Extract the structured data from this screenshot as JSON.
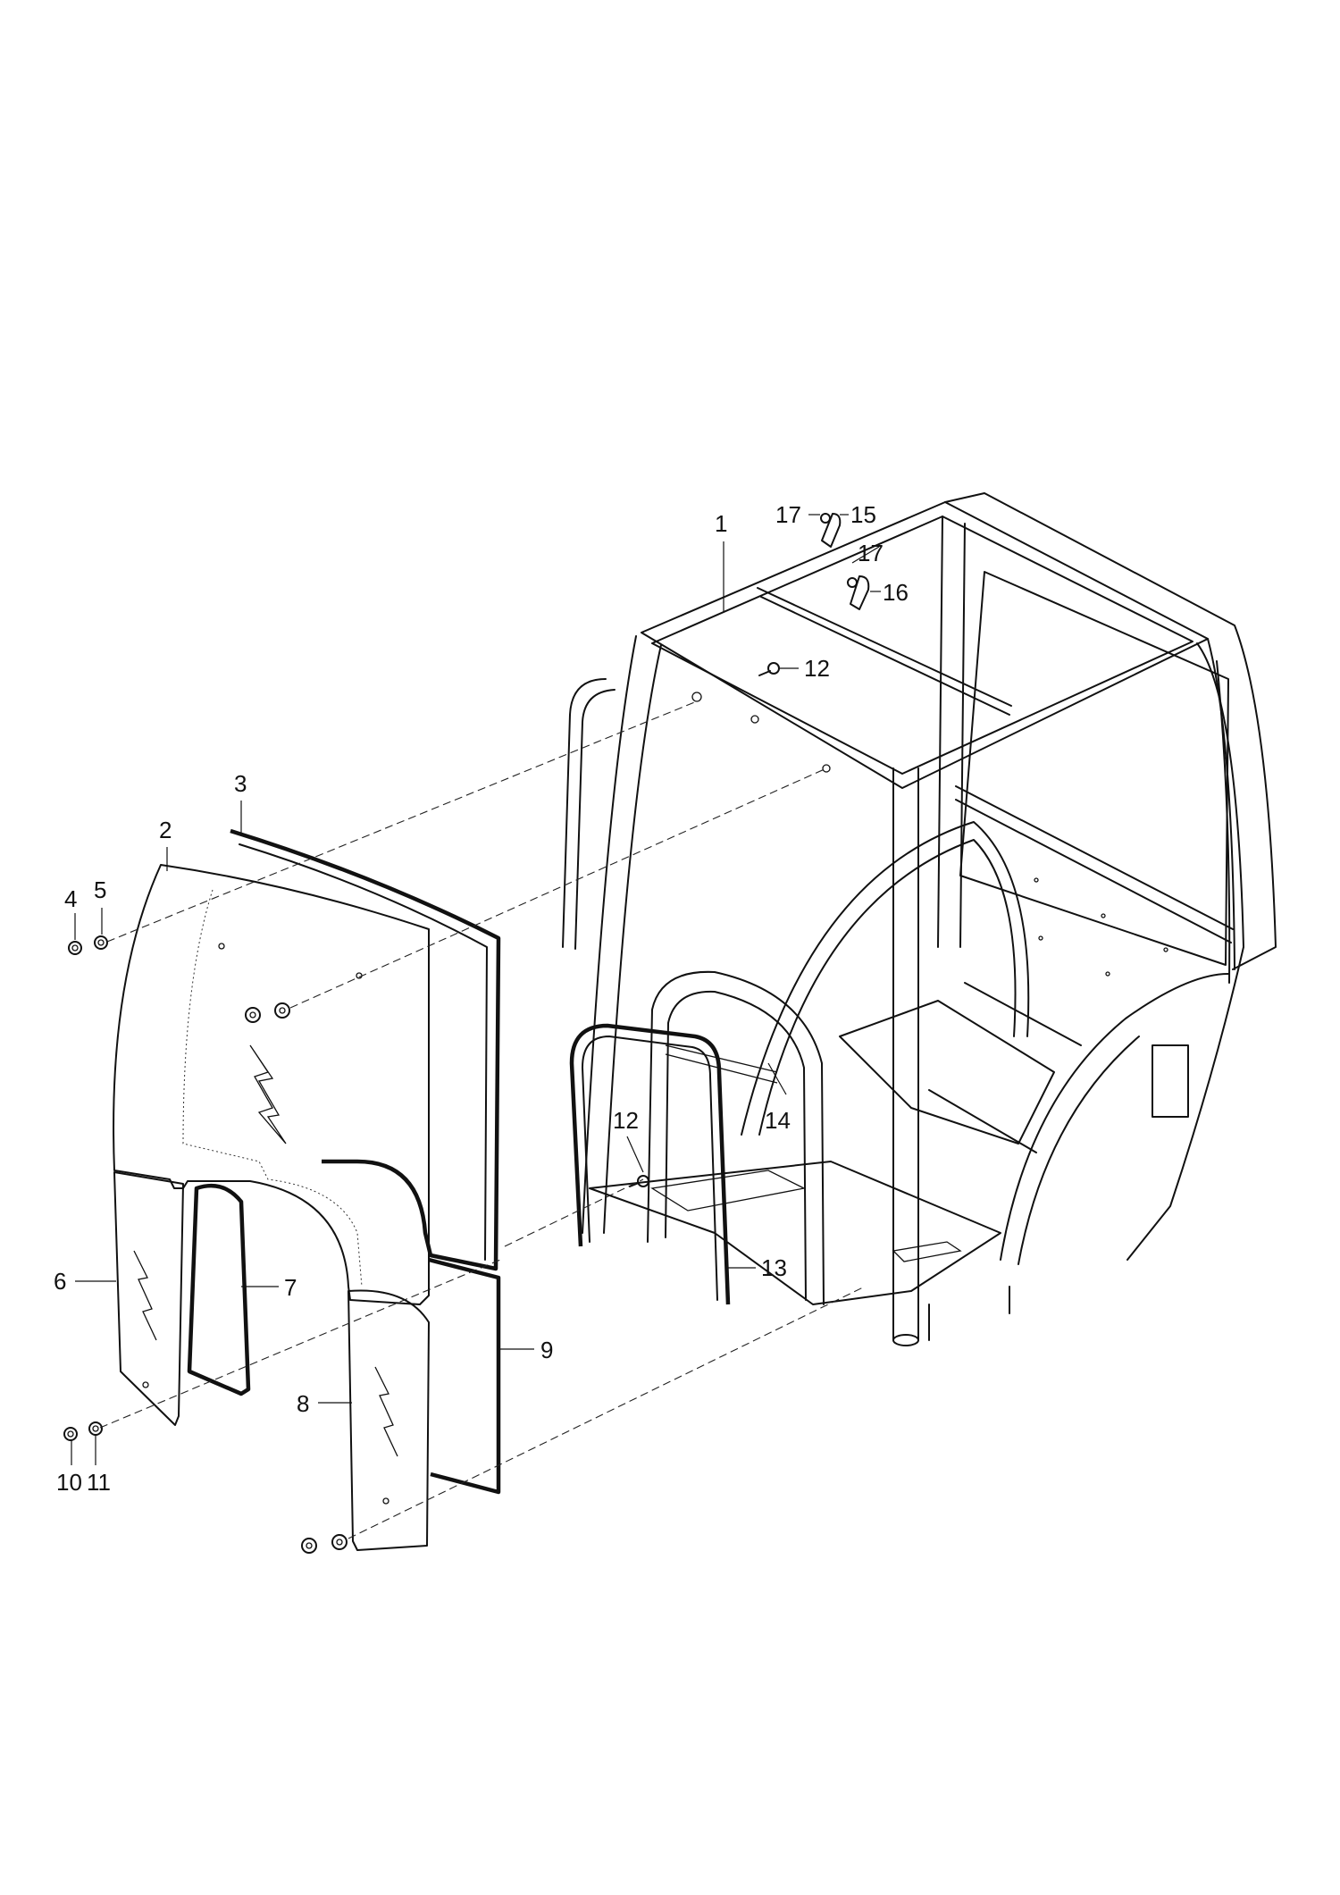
{
  "diagram": {
    "type": "exploded-parts-diagram",
    "colors": {
      "ink": "#111111",
      "paper": "#ffffff"
    },
    "callouts": [
      {
        "id": "c1",
        "label": "1"
      },
      {
        "id": "c2",
        "label": "2"
      },
      {
        "id": "c3",
        "label": "3"
      },
      {
        "id": "c4",
        "label": "4"
      },
      {
        "id": "c5",
        "label": "5"
      },
      {
        "id": "c6",
        "label": "6"
      },
      {
        "id": "c7",
        "label": "7"
      },
      {
        "id": "c8",
        "label": "8"
      },
      {
        "id": "c9",
        "label": "9"
      },
      {
        "id": "c10",
        "label": "10"
      },
      {
        "id": "c11",
        "label": "11"
      },
      {
        "id": "c12a",
        "label": "12"
      },
      {
        "id": "c12b",
        "label": "12"
      },
      {
        "id": "c13",
        "label": "13"
      },
      {
        "id": "c14",
        "label": "14"
      },
      {
        "id": "c15",
        "label": "15"
      },
      {
        "id": "c16",
        "label": "16"
      },
      {
        "id": "c17a",
        "label": "17"
      },
      {
        "id": "c17b",
        "label": "17"
      }
    ]
  }
}
